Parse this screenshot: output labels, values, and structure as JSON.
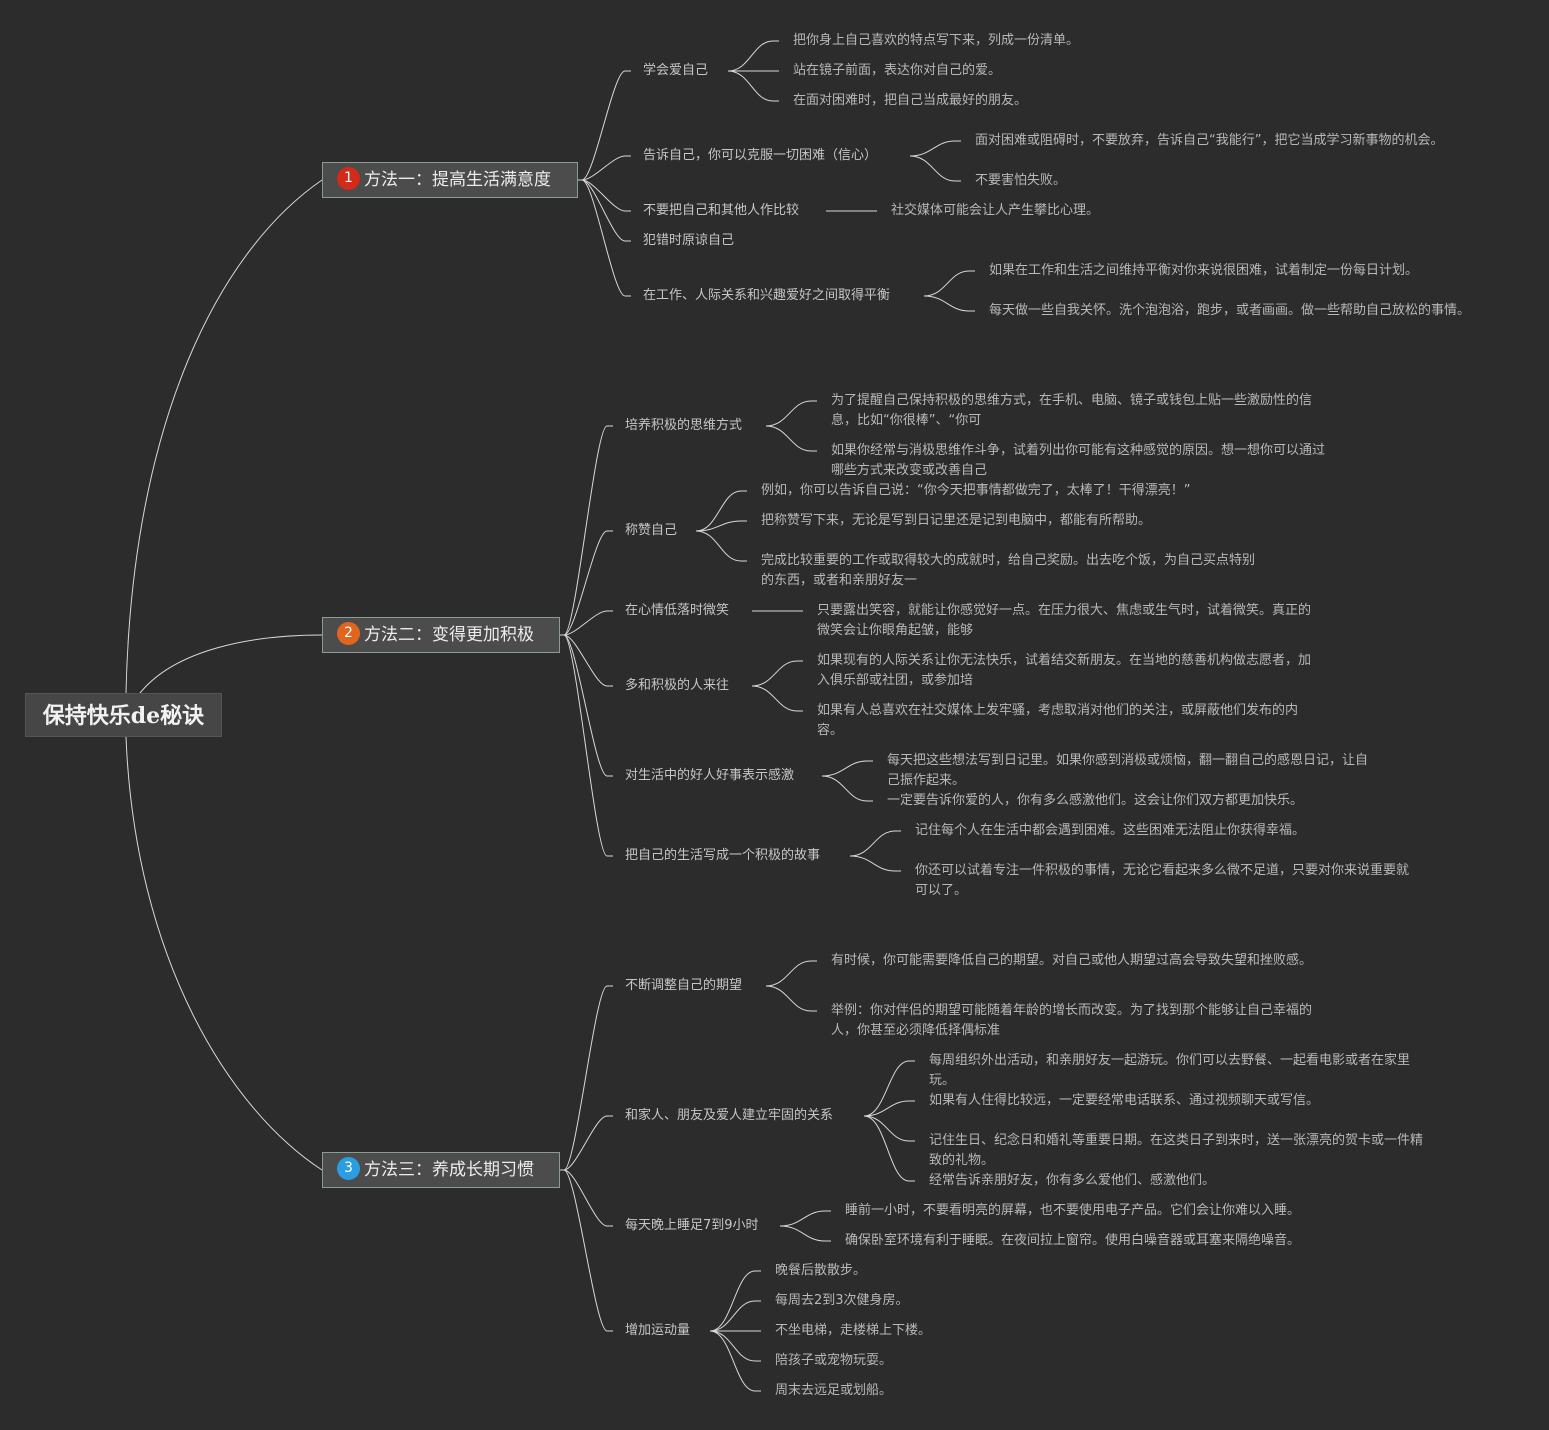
{
  "root": {
    "title": "保持快乐de秘诀"
  },
  "branches": [
    {
      "title": "方法一：提高生活满意度",
      "badge": "1",
      "badge_color": "#d42a1a",
      "children": [
        {
          "label": "学会爱自己",
          "leaves": [
            "把你身上自己喜欢的特点写下来，列成一份清单。",
            "站在镜子前面，表达你对自己的爱。",
            "在面对困难时，把自己当成最好的朋友。"
          ]
        },
        {
          "label": "告诉自己，你可以克服一切困难（信心）",
          "leaves": [
            "面对困难或阻碍时，不要放弃，告诉自己“我能行”，把它当成学习新事物的机会。",
            "不要害怕失败。"
          ]
        },
        {
          "label": "不要把自己和其他人作比较",
          "leaves": [
            "社交媒体可能会让人产生攀比心理。"
          ]
        },
        {
          "label": "犯错时原谅自己",
          "leaves": []
        },
        {
          "label": "在工作、人际关系和兴趣爱好之间取得平衡",
          "leaves": [
            "如果在工作和生活之间维持平衡对你来说很困难，试着制定一份每日计划。",
            "每天做一些自我关怀。洗个泡泡浴，跑步，或者画画。做一些帮助自己放松的事情。"
          ]
        }
      ]
    },
    {
      "title": "方法二：变得更加积极",
      "badge": "2",
      "badge_color": "#e0661f",
      "children": [
        {
          "label": "培养积极的思维方式",
          "leaves": [
            "为了提醒自己保持积极的思维方式，在手机、电脑、镜子或钱包上贴一些激励性的信息，比如“你很棒”、“你可",
            "如果你经常与消极思维作斗争，试着列出你可能有这种感觉的原因。想一想你可以通过哪些方式来改变或改善自己"
          ]
        },
        {
          "label": "称赞自己",
          "leaves": [
            "例如，你可以告诉自己说：“你今天把事情都做完了，太棒了！干得漂亮！”",
            "把称赞写下来，无论是写到日记里还是记到电脑中，都能有所帮助。",
            "完成比较重要的工作或取得较大的成就时，给自己奖励。出去吃个饭，为自己买点特别的东西，或者和亲朋好友一"
          ]
        },
        {
          "label": "在心情低落时微笑",
          "leaves": [
            "只要露出笑容，就能让你感觉好一点。在压力很大、焦虑或生气时，试着微笑。真正的微笑会让你眼角起皱，能够"
          ]
        },
        {
          "label": "多和积极的人来往",
          "leaves": [
            "如果现有的人际关系让你无法快乐，试着结交新朋友。在当地的慈善机构做志愿者，加入俱乐部或社团，或参加培",
            "如果有人总喜欢在社交媒体上发牢骚，考虑取消对他们的关注，或屏蔽他们发布的内容。"
          ]
        },
        {
          "label": "对生活中的好人好事表示感激",
          "leaves": [
            "每天把这些想法写到日记里。如果你感到消极或烦恼，翻一翻自己的感恩日记，让自己振作起来。",
            "一定要告诉你爱的人，你有多么感激他们。这会让你们双方都更加快乐。"
          ]
        },
        {
          "label": "把自己的生活写成一个积极的故事",
          "leaves": [
            "记住每个人在生活中都会遇到困难。这些困难无法阻止你获得幸福。",
            "你还可以试着专注一件积极的事情，无论它看起来多么微不足道，只要对你来说重要就可以了。"
          ]
        }
      ]
    },
    {
      "title": "方法三：养成长期习惯",
      "badge": "3",
      "badge_color": "#2a9ee0",
      "children": [
        {
          "label": "不断调整自己的期望",
          "leaves": [
            "有时候，你可能需要降低自己的期望。对自己或他人期望过高会导致失望和挫败感。",
            "举例：你对伴侣的期望可能随着年龄的增长而改变。为了找到那个能够让自己幸福的人，你甚至必须降低择偶标准"
          ]
        },
        {
          "label": "和家人、朋友及爱人建立牢固的关系",
          "leaves": [
            "每周组织外出活动，和亲朋好友一起游玩。你们可以去野餐、一起看电影或者在家里玩。",
            "如果有人住得比较远，一定要经常电话联系、通过视频聊天或写信。",
            "记住生日、纪念日和婚礼等重要日期。在这类日子到来时，送一张漂亮的贺卡或一件精致的礼物。",
            "经常告诉亲朋好友，你有多么爱他们、感激他们。"
          ]
        },
        {
          "label": "每天晚上睡足7到9小时",
          "leaves": [
            "睡前一小时，不要看明亮的屏幕，也不要使用电子产品。它们会让你难以入睡。",
            "确保卧室环境有利于睡眠。在夜间拉上窗帘。使用白噪音器或耳塞来隔绝噪音。"
          ]
        },
        {
          "label": "增加运动量",
          "leaves": [
            "晚餐后散散步。",
            "每周去2到3次健身房。",
            "不坐电梯，走楼梯上下楼。",
            "陪孩子或宠物玩耍。",
            "周末去远足或划船。"
          ]
        }
      ]
    }
  ]
}
